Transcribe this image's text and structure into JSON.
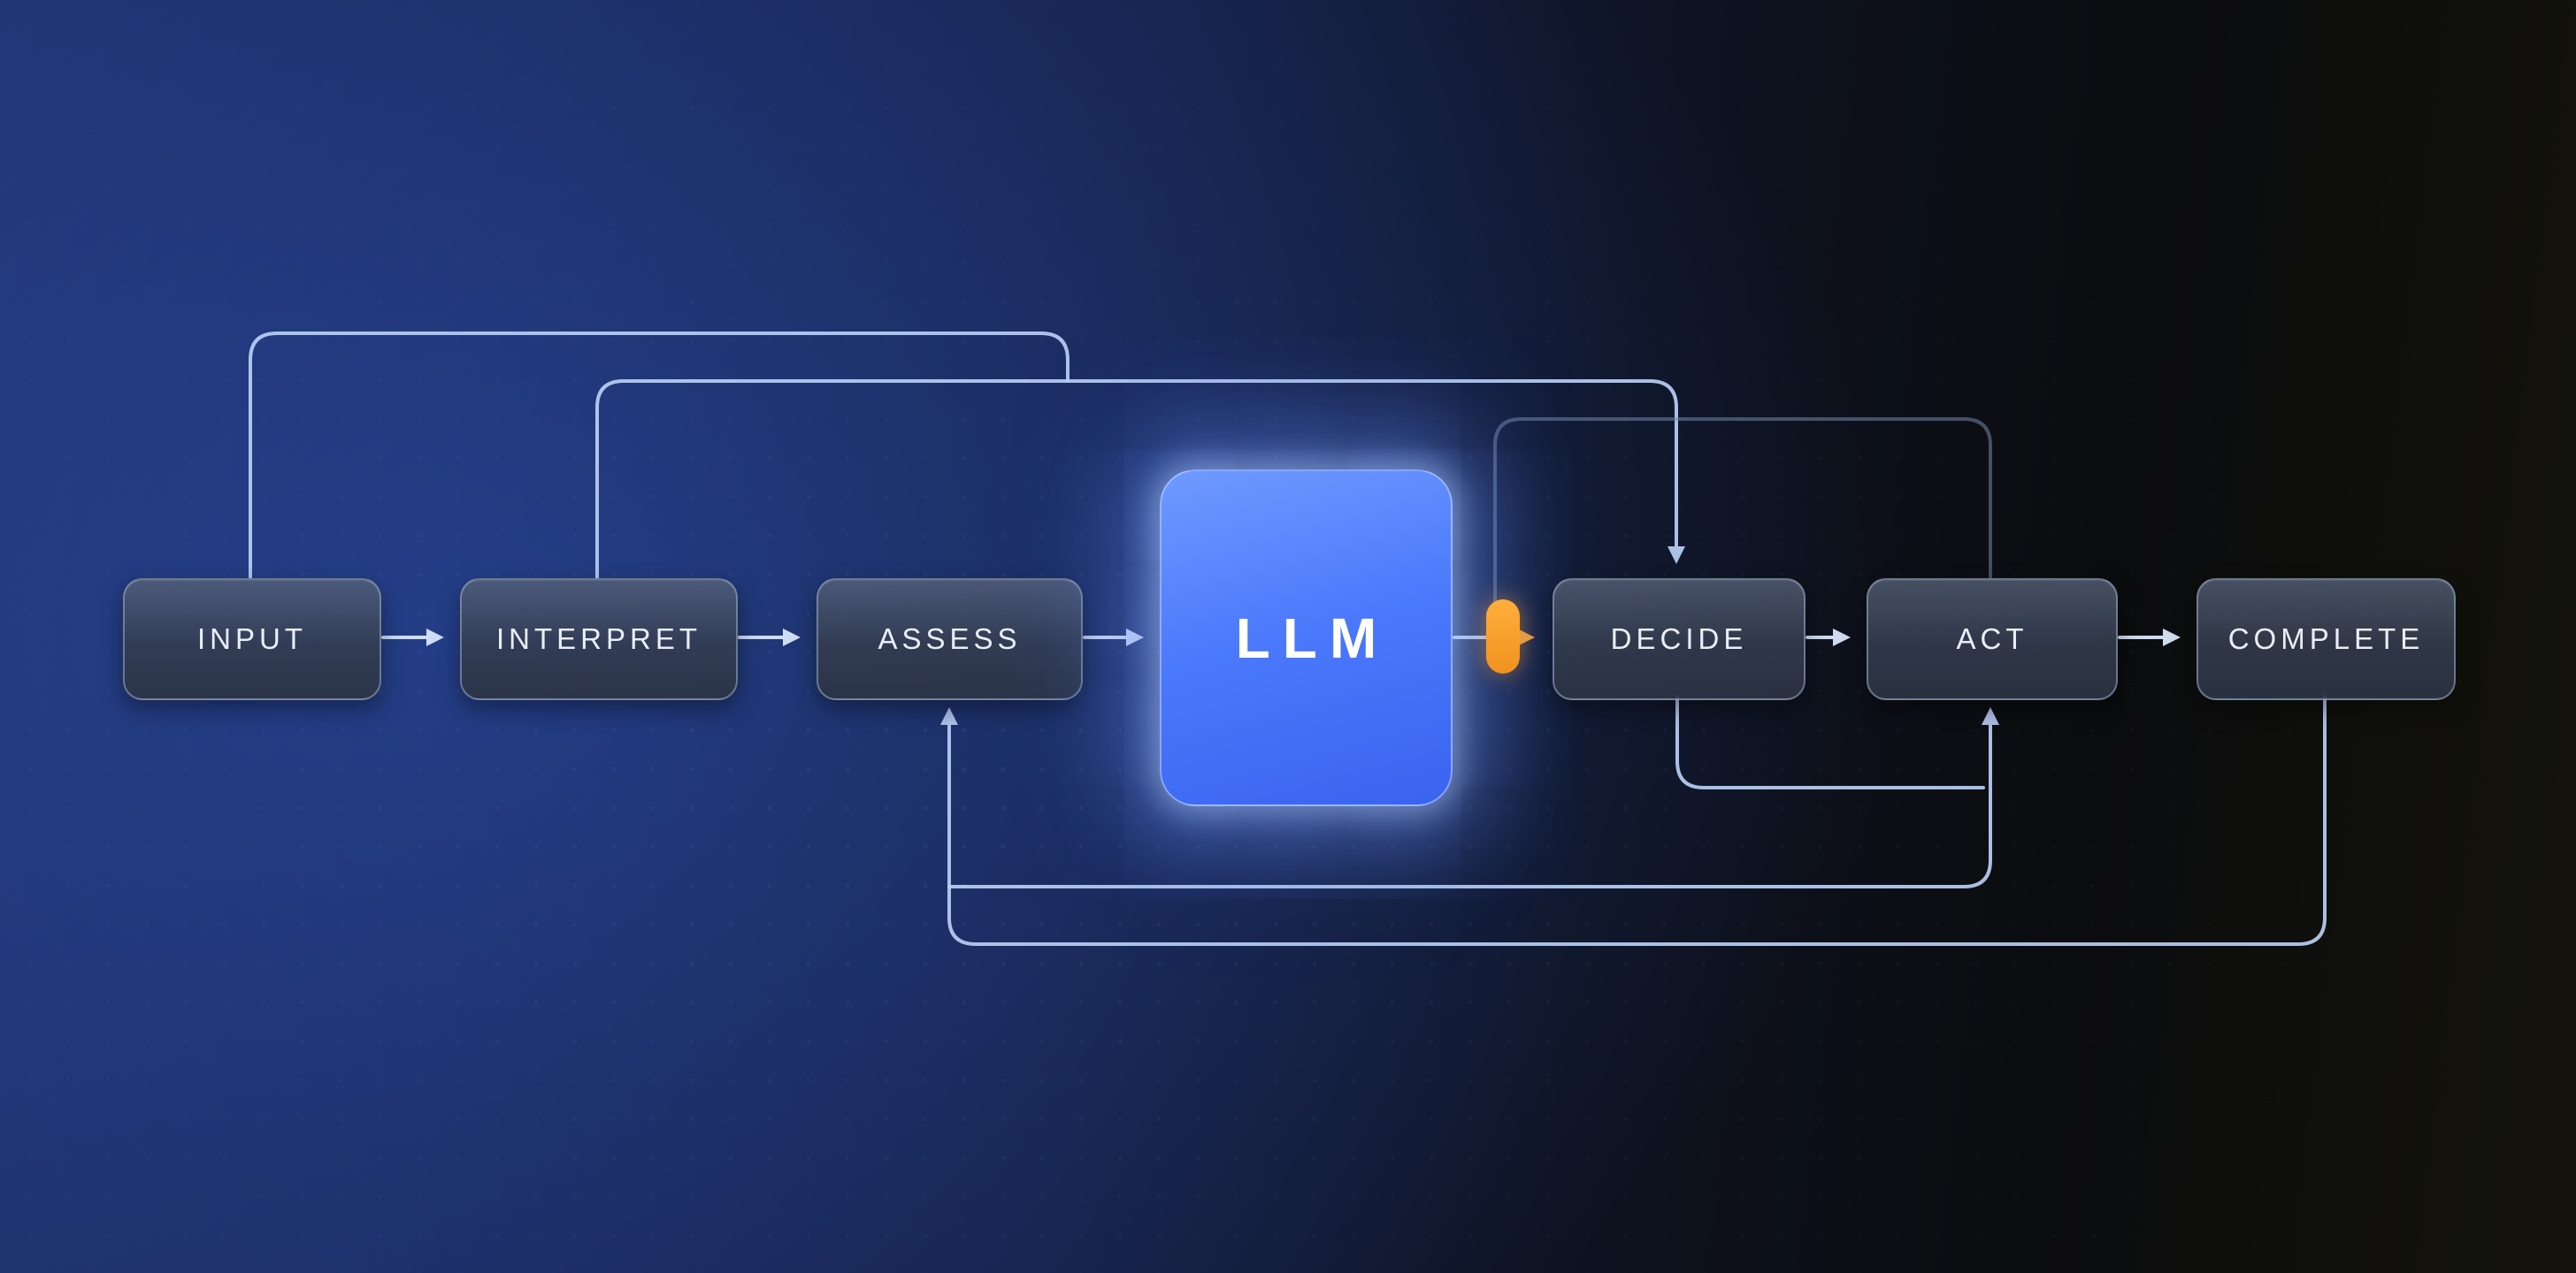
{
  "diagram": {
    "nodes": [
      {
        "id": "input",
        "label": "INPUT"
      },
      {
        "id": "interpret",
        "label": "INTERPRET"
      },
      {
        "id": "assess",
        "label": "ASSESS"
      },
      {
        "id": "llm",
        "label": "LLM"
      },
      {
        "id": "decide",
        "label": "DECIDE"
      },
      {
        "id": "act",
        "label": "ACT"
      },
      {
        "id": "complete",
        "label": "COMPLETE"
      }
    ],
    "edges": [
      {
        "from": "INPUT",
        "to": "INTERPRET",
        "type": "straight-arrow"
      },
      {
        "from": "INTERPRET",
        "to": "ASSESS",
        "type": "straight-arrow"
      },
      {
        "from": "ASSESS",
        "to": "LLM",
        "type": "straight-arrow"
      },
      {
        "from": "LLM",
        "to": "DECIDE",
        "type": "straight-arrow-through-orange-gate"
      },
      {
        "from": "DECIDE",
        "to": "ACT",
        "type": "straight-arrow"
      },
      {
        "from": "ACT",
        "to": "COMPLETE",
        "type": "straight-arrow"
      },
      {
        "from": "INPUT",
        "to": "DECIDE",
        "type": "top-loop, merges with INTERPRET loop"
      },
      {
        "from": "INTERPRET",
        "to": "DECIDE",
        "type": "top-loop, arrow into DECIDE top"
      },
      {
        "from": "LLM-output",
        "to": "ACT",
        "type": "dim top-right loop behind ACT"
      },
      {
        "from": "DECIDE",
        "to": "ACT",
        "type": "bottom loop, arrow into ACT bottom"
      },
      {
        "from": "ACT",
        "to": "ASSESS",
        "type": "bottom loop, arrow into ASSESS bottom"
      },
      {
        "from": "COMPLETE",
        "to": "ASSESS",
        "type": "bottom loop, arrow into ASSESS bottom"
      }
    ],
    "colors": {
      "llm_box_blue": "#4b79fb",
      "gate_orange": "#f5a02d",
      "loop_line": "#b9cff5",
      "dim_line": "#7186a8",
      "main_arrow": "#d9e6fb",
      "node_fill": "#39425a",
      "node_border": "#98a7be",
      "background_left": "#1b2a5f",
      "background_right": "#14130b"
    }
  }
}
